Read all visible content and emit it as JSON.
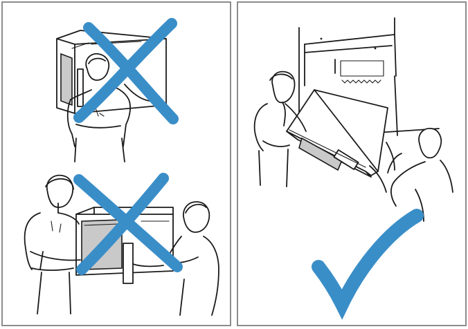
{
  "colors": {
    "frame": "#8c8c8c",
    "mark": "#3a8ec8",
    "line_art": "#1a1a1a",
    "door_glass": "#c9c9c9"
  },
  "panels": [
    {
      "name": "incorrect-methods",
      "scenes": [
        {
          "description_icon": "person-carrying-microwave-alone",
          "mark": "cross-icon"
        },
        {
          "description_icon": "two-people-holding-microwave-by-handle",
          "mark": "cross-icon"
        }
      ]
    },
    {
      "name": "correct-method",
      "scenes": [
        {
          "description_icon": "two-people-lifting-microwave-into-cabinet",
          "mark": "checkmark-icon"
        }
      ]
    }
  ]
}
